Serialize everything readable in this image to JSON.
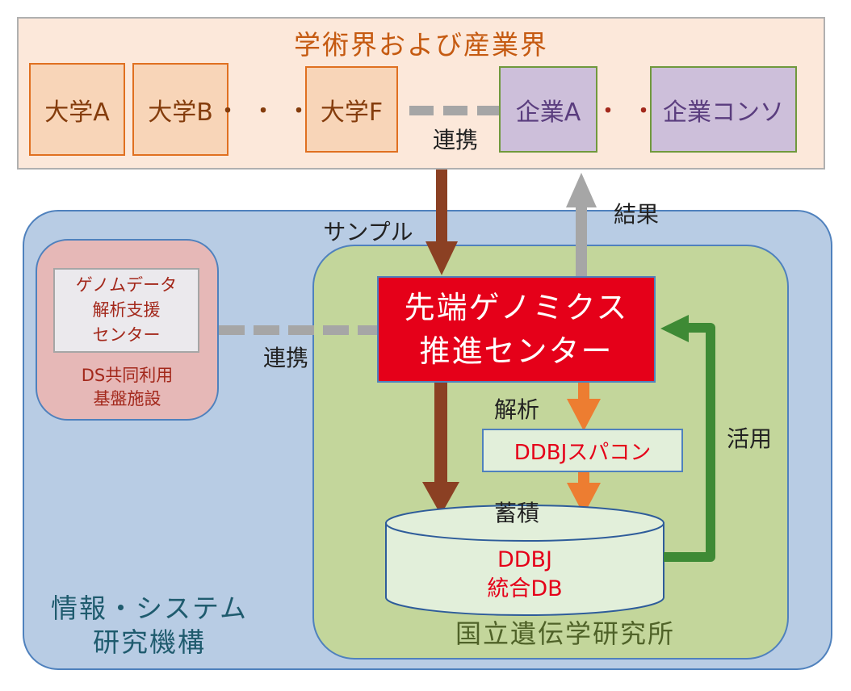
{
  "industry": {
    "title": "学術界および産業界",
    "universities": [
      "大学A",
      "大学B",
      "大学F"
    ],
    "ellipsis_univ": "・・・",
    "companies": [
      "企業A",
      "企業コンソ"
    ],
    "ellipsis_corp": "・・",
    "link_label": "連携"
  },
  "flows": {
    "sample_label": "サンプル",
    "result_label": "結果",
    "partner_label": "連携",
    "analysis_label": "解析",
    "store_label": "蓄積",
    "use_label": "活用"
  },
  "ds_facility": {
    "center_lines": [
      "ゲノムデータ",
      "解析支援",
      "センター"
    ],
    "caption_lines": [
      "DS共同利用",
      "基盤施設"
    ]
  },
  "center": {
    "lines": [
      "先端ゲノミクス",
      "推進センター"
    ]
  },
  "supercomputer": {
    "label": "DDBJスパコン"
  },
  "database": {
    "lines": [
      "DDBJ",
      "統合DB"
    ]
  },
  "organizations": {
    "parent_lines": [
      "情報・システム",
      "研究機構"
    ],
    "institute": "国立遺伝学研究所"
  },
  "colors": {
    "sample_arrow": "#8b4023",
    "result_arrow": "#a6a6a6",
    "analysis_arrow": "#ed7d31",
    "use_arrow": "#3e8a35",
    "center_fill": "#e50019"
  }
}
